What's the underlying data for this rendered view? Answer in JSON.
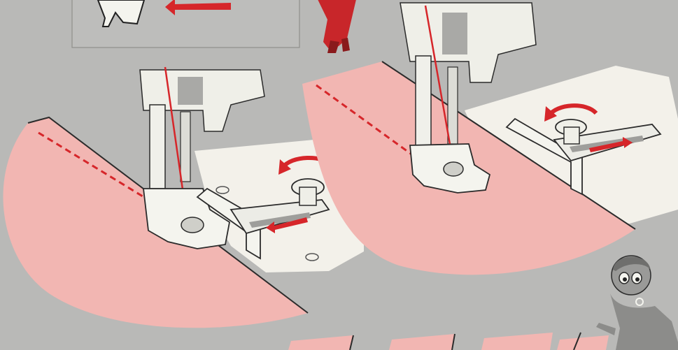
{
  "image": {
    "kind": "vintage sewing manual illustration",
    "panels": [
      {
        "name": "inset-top",
        "subject": "needle-and-presser-foot-closeup"
      },
      {
        "name": "left-machine",
        "subject": "presser-foot-with-seam-guide-adjustment"
      },
      {
        "name": "right-machine",
        "subject": "presser-foot-with-seam-guide-adjustment"
      },
      {
        "name": "girl-character",
        "subject": "cartoon-girl-mascot"
      }
    ],
    "colors": {
      "background": "#b9b9b7",
      "fabric": "#f2b6b2",
      "fabric_shadow": "#e49f9c",
      "paper": "#f4f2ea",
      "metal": "#efefe8",
      "metal_shade": "#a9a9a6",
      "outline": "#2b2b2b",
      "accent_red": "#d6262a"
    },
    "icons": [
      "red-arrow-icon",
      "rotate-arrow-icon",
      "adjustment-screw-icon"
    ]
  }
}
